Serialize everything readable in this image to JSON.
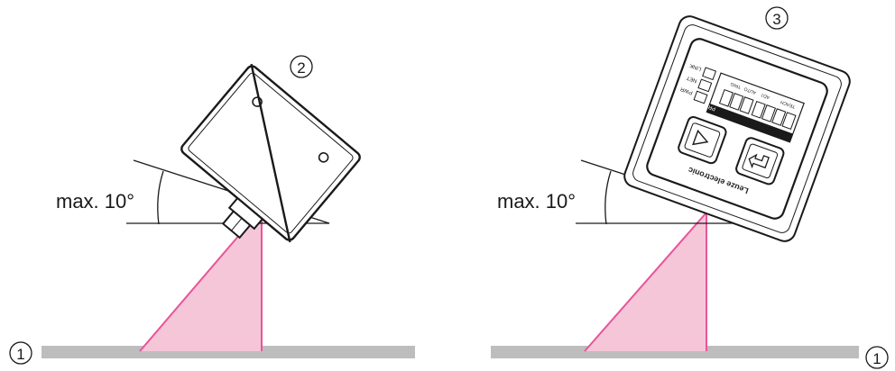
{
  "left_panel": {
    "angle_label": "max. 10°",
    "callout_surface": "1",
    "callout_device": "2"
  },
  "right_panel": {
    "angle_label": "max. 10°",
    "callout_surface": "1",
    "callout_device": "3",
    "panel_text": {
      "brand": "Leuze electronic",
      "led_labels": [
        "PWR",
        "NET",
        "LINK"
      ],
      "display_labels": [
        "PROGRAM",
        "TEACH",
        "ADJ",
        "AUTO",
        "TRIG"
      ]
    }
  },
  "colors": {
    "beam_fill": "#f5c6d8",
    "beam_edge": "#e8559a",
    "surface": "#bdbdbd",
    "line": "#1a1a1a"
  }
}
